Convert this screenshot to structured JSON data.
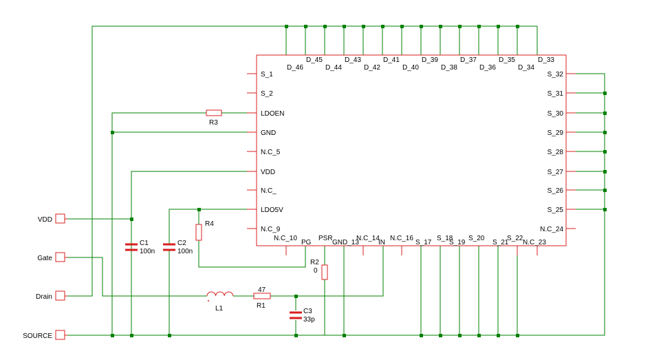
{
  "colors": {
    "wire": "#008000",
    "component": "#d81f1f",
    "text": "#000000",
    "background": "#ffffff"
  },
  "ports": {
    "vdd": "VDD",
    "gate": "Gate",
    "drain": "Drain",
    "source": "SOURCE"
  },
  "chip": {
    "left_pins": [
      "S_1",
      "S_2",
      "LDOEN",
      "GND",
      "N.C_5",
      "VDD",
      "N.C_",
      "LDO5V",
      "N.C_9"
    ],
    "right_pins": [
      "S_32",
      "S_31",
      "S_30",
      "S_29",
      "S_28",
      "S_27",
      "S_26",
      "S_25",
      "N.C_24"
    ],
    "top_pins": [
      "D_46",
      "D_45",
      "D_44",
      "D_43",
      "D_42",
      "D_41",
      "D_40",
      "D_39",
      "D_38",
      "D_37",
      "D_36",
      "D_35",
      "D_34",
      "D_33"
    ],
    "bottom_pins": [
      "N.C_10",
      "PG",
      "PSR",
      "GND_13",
      "N.C_14",
      "IN",
      "N.C_16",
      "S_17",
      "S_18",
      "S_19",
      "S_20",
      "S_21",
      "S_22",
      "N.C_23"
    ]
  },
  "components": {
    "r3": {
      "ref": "R3"
    },
    "r4": {
      "ref": "R4"
    },
    "r2": {
      "ref": "R2",
      "value": "0"
    },
    "r1": {
      "ref": "R1",
      "value": "47"
    },
    "l1": {
      "ref": "L1"
    },
    "c1": {
      "ref": "C1",
      "value": "100n"
    },
    "c2": {
      "ref": "C2",
      "value": "100n"
    },
    "c3": {
      "ref": "C3",
      "value": "33p"
    }
  }
}
